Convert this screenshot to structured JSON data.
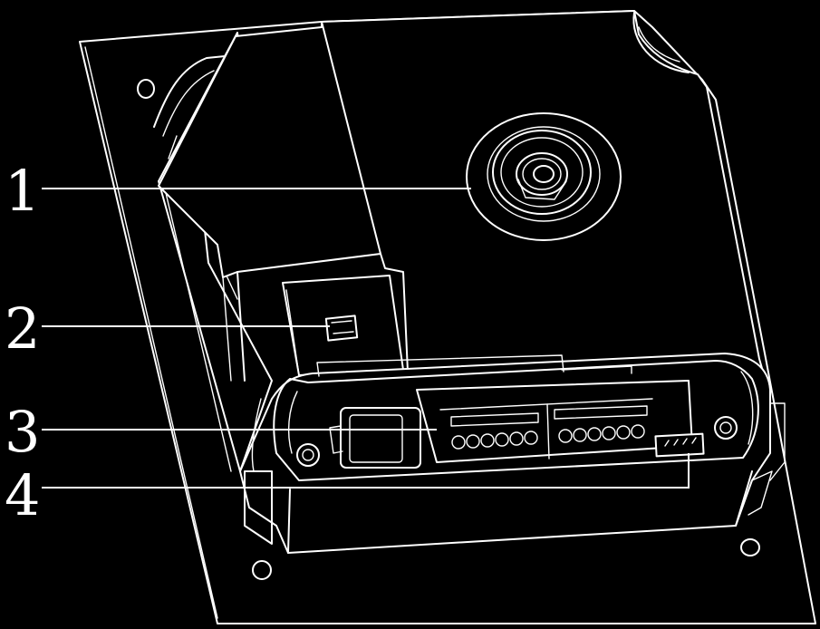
{
  "callouts": [
    {
      "label": "1",
      "part": "camera-lens"
    },
    {
      "label": "2",
      "part": "switch"
    },
    {
      "label": "3",
      "part": "terminal-block"
    },
    {
      "label": "4",
      "part": "connector"
    }
  ],
  "colors": {
    "background": "#000000",
    "line": "#ffffff"
  }
}
